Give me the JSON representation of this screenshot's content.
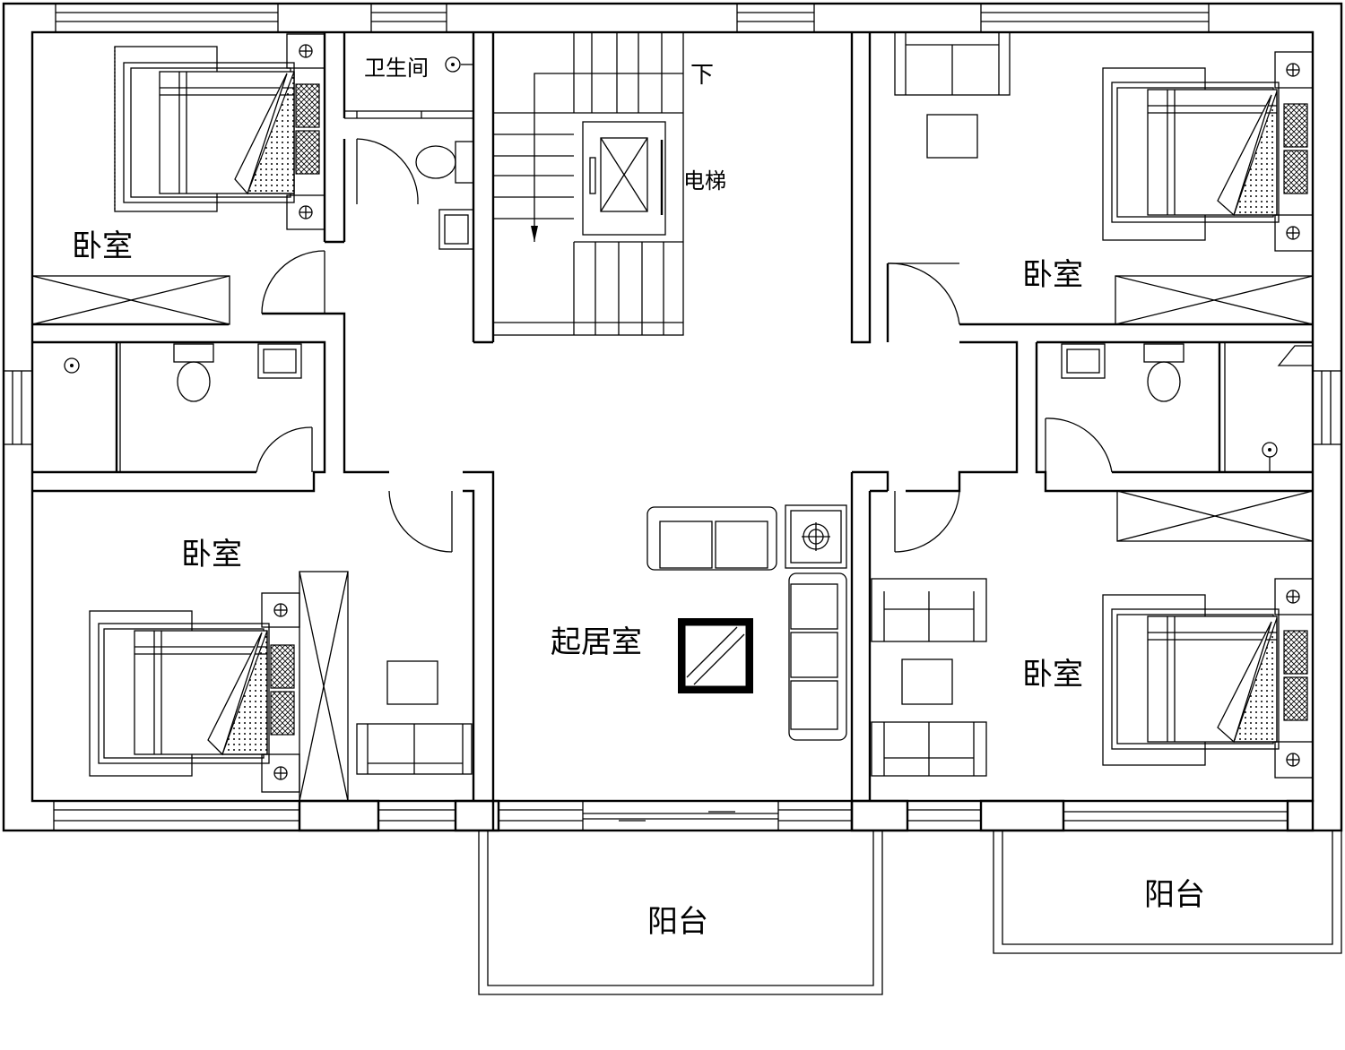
{
  "plan": {
    "rooms": {
      "bedroom_top_left": "卧室",
      "bedroom_top_right": "卧室",
      "bedroom_bottom_left": "卧室",
      "bedroom_bottom_right": "卧室",
      "bathroom": "卫生间",
      "elevator": "电梯",
      "stair_down": "下",
      "living_room": "起居室",
      "balcony_left": "阳台",
      "balcony_right": "阳台"
    }
  }
}
